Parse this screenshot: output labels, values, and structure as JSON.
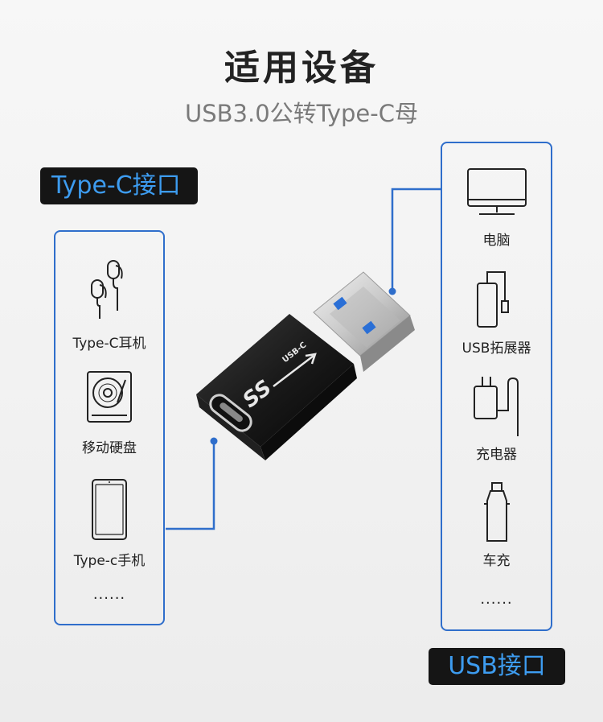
{
  "header": {
    "title": "适用设备",
    "subtitle": "USB3.0公转Type-C母"
  },
  "left_panel": {
    "tag": "Type-C接口",
    "items": [
      {
        "label": "Type-C耳机",
        "icon": "earphones-icon"
      },
      {
        "label": "移动硬盘",
        "icon": "hard-drive-icon"
      },
      {
        "label": "Type-c手机",
        "icon": "smartphone-icon"
      }
    ],
    "more": "......"
  },
  "right_panel": {
    "tag": "USB接口",
    "items": [
      {
        "label": "电脑",
        "icon": "monitor-icon"
      },
      {
        "label": "USB拓展器",
        "icon": "usb-hub-icon"
      },
      {
        "label": "充电器",
        "icon": "charger-icon"
      },
      {
        "label": "车充",
        "icon": "car-charger-icon"
      }
    ],
    "more": "......"
  },
  "adapter": {
    "ss_logo": "SS",
    "usb_c_text": "USB-C"
  },
  "colors": {
    "accent_blue": "#2f6ecb",
    "tag_text_blue": "#3d9cf0",
    "tag_bg": "#151515"
  }
}
